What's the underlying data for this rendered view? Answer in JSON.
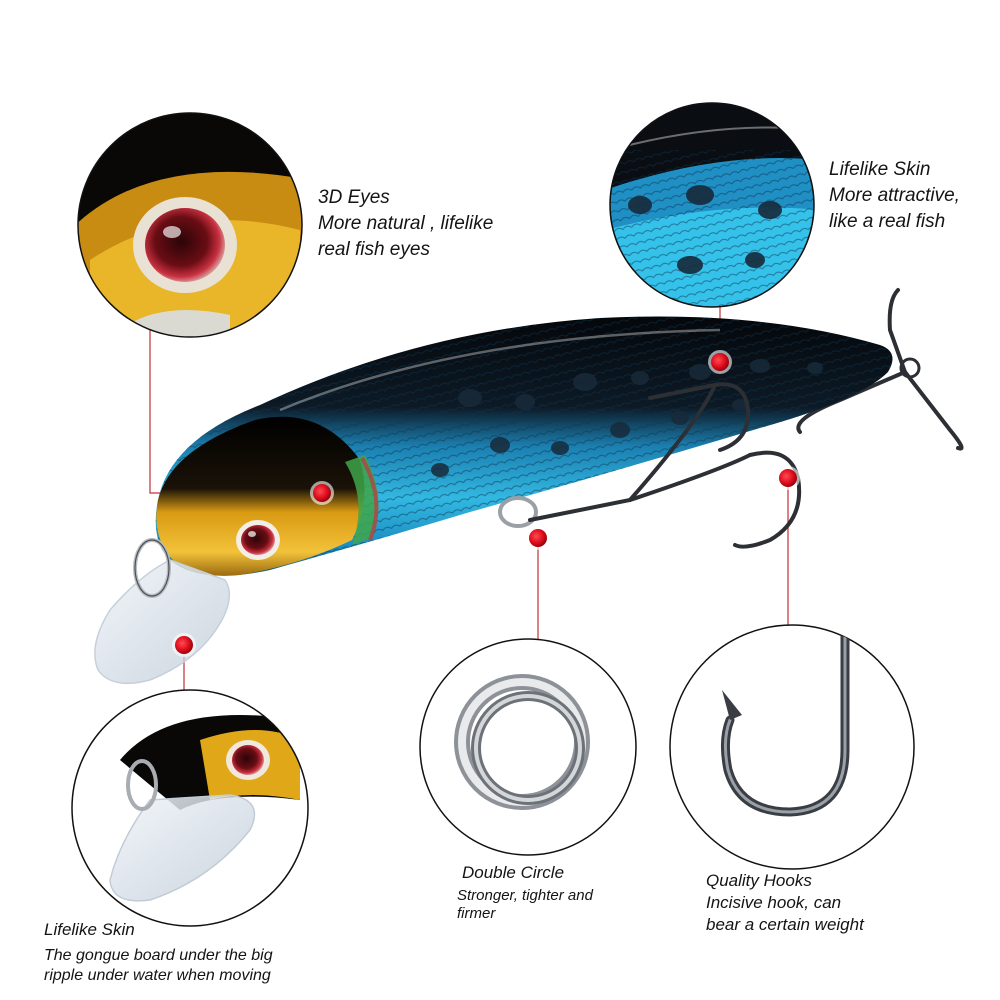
{
  "features": [
    {
      "id": "eyes",
      "title": "3D Eyes",
      "lines": [
        "More natural , lifelike",
        "real fish eyes"
      ]
    },
    {
      "id": "skin",
      "title": "Lifelike Skin",
      "lines": [
        "More attractive,",
        "like a real fish"
      ]
    },
    {
      "id": "ring",
      "title": "Double Circle",
      "lines": [
        "Stronger,   tighter and",
        "firmer"
      ]
    },
    {
      "id": "hook",
      "title": "Quality Hooks",
      "lines": [
        "Incisive hook,  can",
        "bear a certain weight"
      ]
    },
    {
      "id": "lip",
      "title": "Lifelike Skin",
      "lines": [
        "The gongue board under the big",
        "ripple under water when moving"
      ]
    }
  ],
  "colors": {
    "marker": "#e0101e",
    "leader_line": "#c0303a",
    "lure_back": "#0a0c10",
    "lure_side": "#1f9fd0",
    "lure_throat": "#e8b01a",
    "spots": "#182a3a"
  },
  "icons": [
    "marker-dot-icon",
    "split-ring-icon",
    "treble-hook-icon",
    "single-hook-icon"
  ]
}
